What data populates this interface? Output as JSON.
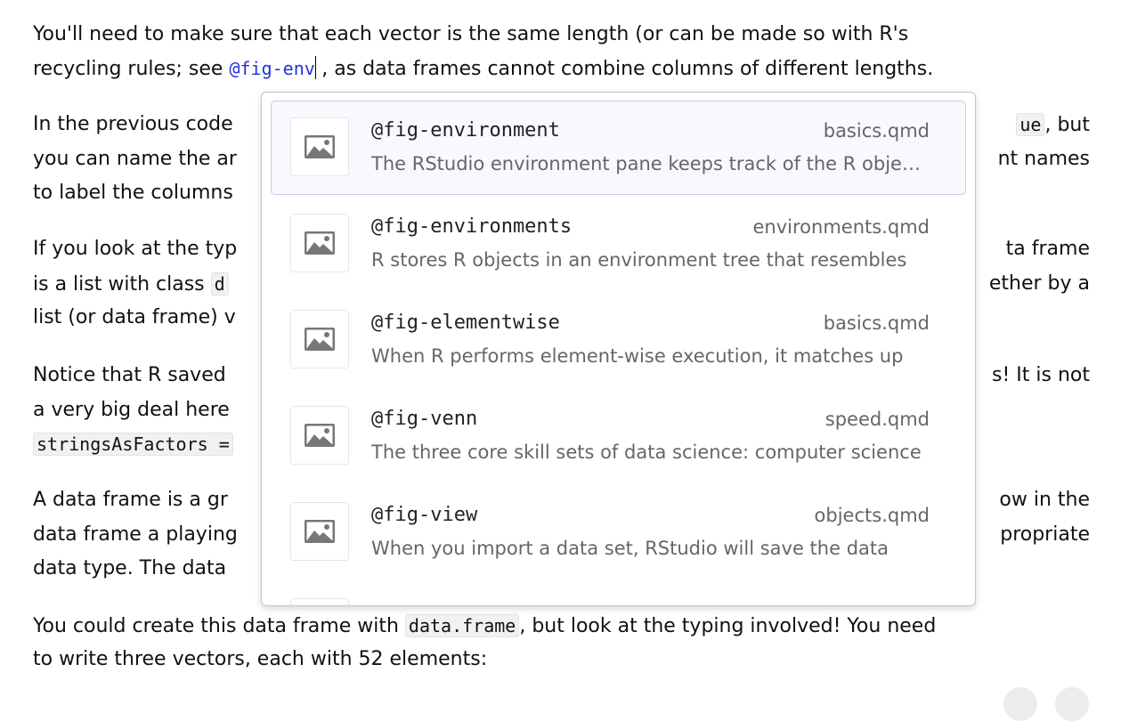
{
  "document": {
    "p1": {
      "l1": "You'll need to make sure that each vector is the same length (or can be made so with R's",
      "l2_before": "recycling rules; see ",
      "l2_ref": "@fig-env",
      "l2_after": ", as data frames cannot combine columns of different lengths."
    },
    "p2": {
      "l1_left": "In the previous code",
      "l1_right_code": "ue",
      "l1_right": ", but",
      "l2_left": "you can name the ar",
      "l2_right": "nt names",
      "l3_left": "to label the columns"
    },
    "p3": {
      "l1_left": "If you look at the typ",
      "l1_right": "ta frame",
      "l2_left": "is a list with class ",
      "l2_code": "d",
      "l2_right": "ether by a",
      "l3_left": "list (or data frame) v"
    },
    "p4": {
      "l1_left": "Notice that R saved",
      "l1_right": "s! It is not",
      "l2_left": "a very big deal here",
      "l3_code": "stringsAsFactors ="
    },
    "p5": {
      "l1_left": "A data frame is a gr",
      "l1_right": "ow in the",
      "l2_left": "data frame a playing",
      "l2_right": "propriate",
      "l3_left": "data type. The data"
    },
    "p6": {
      "l1_before": "You could create this data frame with ",
      "l1_code": "data.frame",
      "l1_after": ", but look at the typing involved! You need",
      "l2": "to write three vectors, each with 52 elements:"
    }
  },
  "autocomplete": {
    "items": [
      {
        "label": "@fig-environment",
        "file": "basics.qmd",
        "desc": "The RStudio environment pane keeps track of the R objects you create",
        "icon": "image-icon",
        "selected": true
      },
      {
        "label": "@fig-environments",
        "file": "environments.qmd",
        "desc": "R stores R objects in an environment tree that resembles",
        "icon": "image-icon"
      },
      {
        "label": "@fig-elementwise",
        "file": "basics.qmd",
        "desc": "When R performs element-wise execution, it matches up",
        "icon": "image-icon"
      },
      {
        "label": "@fig-venn",
        "file": "speed.qmd",
        "desc": "The three core skill sets of data science: computer science",
        "icon": "image-icon"
      },
      {
        "label": "@fig-view",
        "file": "objects.qmd",
        "desc": "When you import a data set, RStudio will save the data",
        "icon": "image-icon"
      }
    ]
  },
  "colors": {
    "reference": "#2233dd",
    "selected_border": "#c9c9f3",
    "selected_bg": "#f8f8fe"
  }
}
